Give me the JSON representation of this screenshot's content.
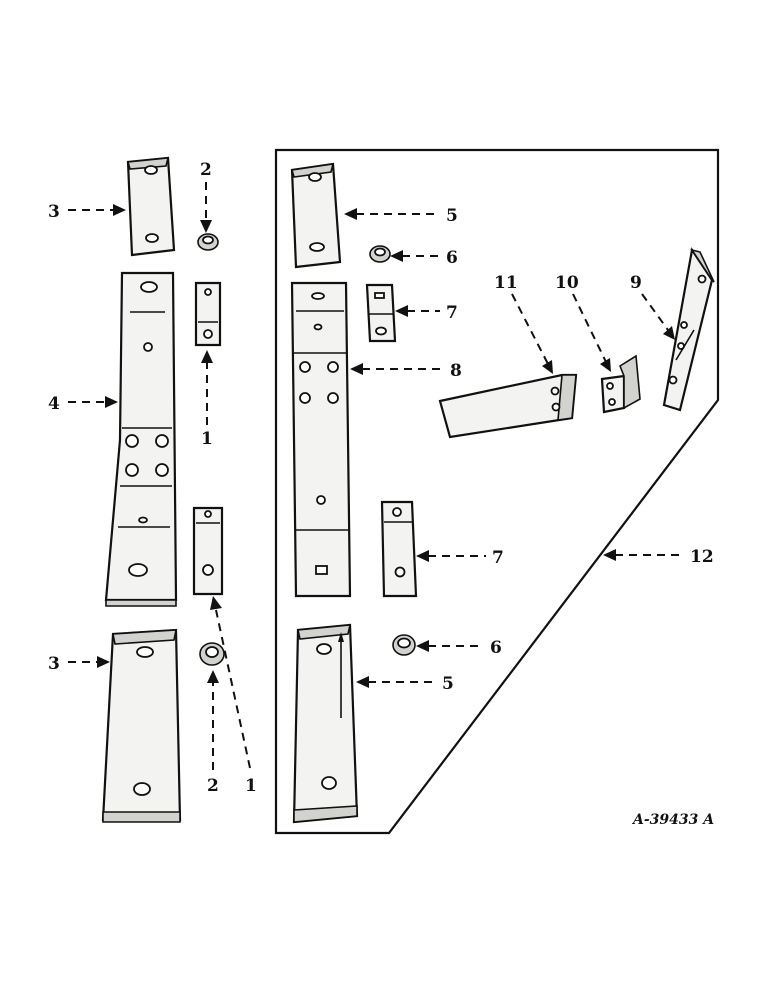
{
  "diagram": {
    "drawing_number": "A-39433 A",
    "callouts": {
      "c1a": "1",
      "c1b": "1",
      "c2a": "2",
      "c2b": "2",
      "c3a": "3",
      "c3b": "3",
      "c4": "4",
      "c5a": "5",
      "c5b": "5",
      "c6a": "6",
      "c6b": "6",
      "c7a": "7",
      "c7b": "7",
      "c8": "8",
      "c9": "9",
      "c10": "10",
      "c11": "11",
      "c12": "12"
    }
  }
}
